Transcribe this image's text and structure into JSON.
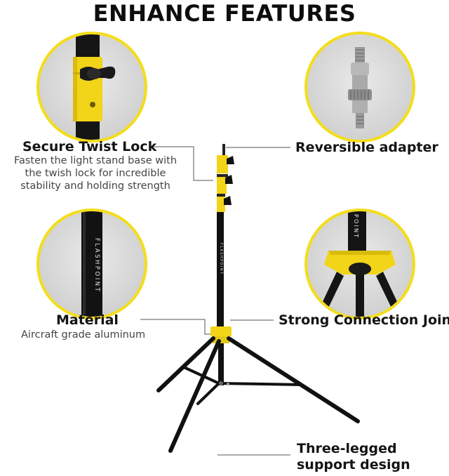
{
  "header": {
    "title": "ENHANCE FEATURES"
  },
  "features": {
    "twist_lock": {
      "title": "Secure Twist Lock",
      "desc": [
        "Fasten the light stand base with",
        "the twish lock for incredible",
        "stability and holding strength"
      ]
    },
    "adapter": {
      "title": "Reversible adapter"
    },
    "material": {
      "title": "Material",
      "desc": "Aircraft grade aluminum"
    },
    "joint": {
      "title": "Strong Connection Joint"
    },
    "legs": {
      "title": [
        "Three-legged",
        "support design"
      ]
    }
  },
  "brand": {
    "logo_text": "FLASHPOINT"
  },
  "colors": {
    "accent_yellow": "#f4dd1c",
    "ring_border": "#f4dd1c",
    "stand_black": "#111111"
  }
}
